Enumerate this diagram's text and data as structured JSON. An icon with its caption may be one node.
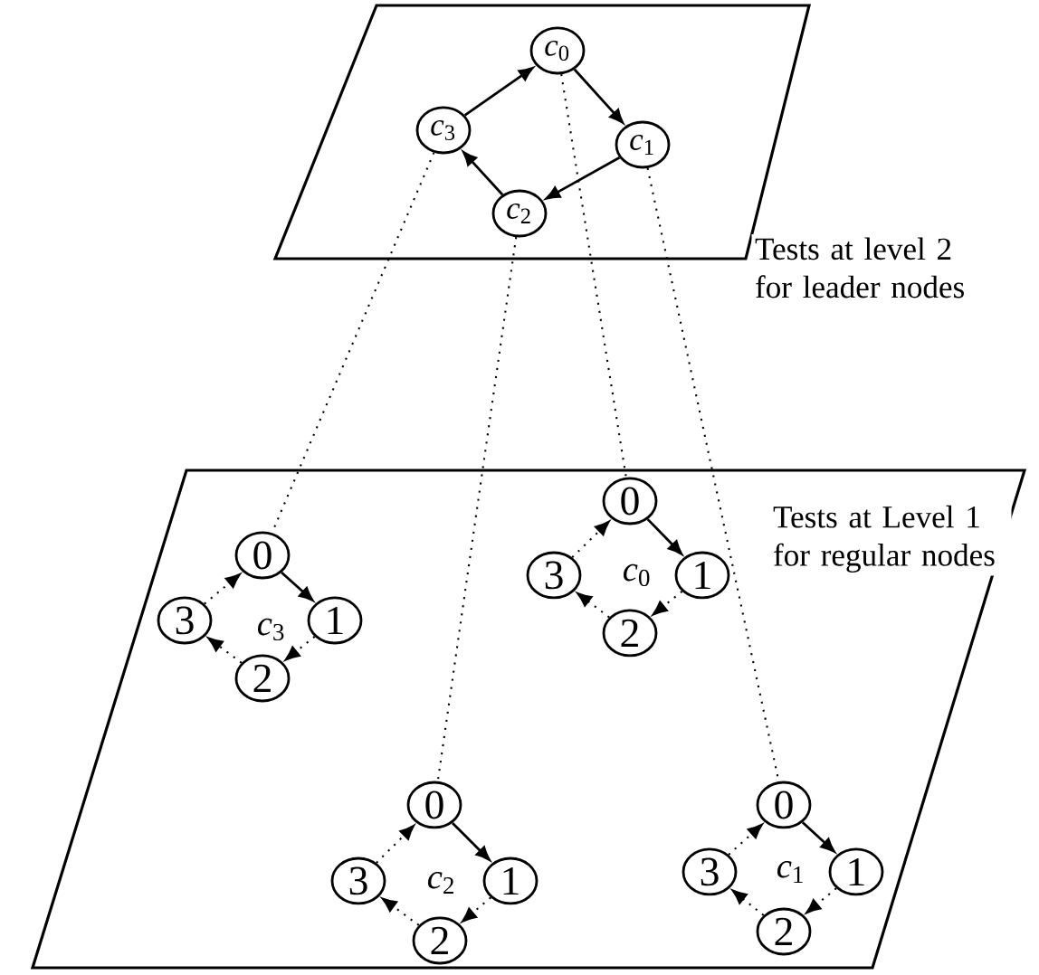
{
  "diagram": {
    "nodes": [
      {
        "text": [
          "Tests at level 2 for leader nodes"
        ]
      },
      {
        "text": [
          "*c*$_{0}$"
        ],
        "in": 0
      },
      {
        "text": [
          "*c*$_{1}$"
        ],
        "in": 0
      },
      {
        "text": [
          "*c*$_{2}$"
        ],
        "in": 0
      },
      {
        "text": [
          "*c*$_{3}$"
        ],
        "in": 0
      },
      {
        "text": [
          "Tests at Level 1 for regular nodes"
        ]
      },
      {
        "text": [
          "0"
        ],
        "in": 5
      },
      {
        "text": [
          "1"
        ],
        "in": 5
      },
      {
        "text": [
          "2"
        ],
        "in": 5
      },
      {
        "text": [
          "3"
        ],
        "in": 5
      },
      {
        "text": [
          "0"
        ],
        "in": 5
      },
      {
        "text": [
          "1"
        ],
        "in": 5
      },
      {
        "text": [
          "2"
        ],
        "in": 5
      },
      {
        "text": [
          "3"
        ],
        "in": 5
      },
      {
        "text": [
          "0"
        ],
        "in": 5
      },
      {
        "text": [
          "1"
        ],
        "in": 5
      },
      {
        "text": [
          "2"
        ],
        "in": 5
      },
      {
        "text": [
          "3"
        ],
        "in": 5
      },
      {
        "text": [
          "0"
        ],
        "in": 5
      },
      {
        "text": [
          "1"
        ],
        "in": 5
      },
      {
        "text": [
          "2"
        ],
        "in": 5
      },
      {
        "text": [
          "3"
        ],
        "in": 5
      }
    ],
    "edges": [
      {
        "from": 1,
        "to": 2,
        "arrow": "to"
      },
      {
        "from": 2,
        "to": 3,
        "arrow": "to"
      },
      {
        "from": 3,
        "to": 4,
        "arrow": "to"
      },
      {
        "from": 4,
        "to": 1,
        "arrow": "to"
      },
      {
        "from": 6,
        "to": 7,
        "arrow": "to"
      },
      {
        "from": 7,
        "to": 8,
        "arrow": "to",
        "style": "dashed"
      },
      {
        "from": 8,
        "to": 9,
        "arrow": "to",
        "style": "dashed"
      },
      {
        "from": 9,
        "to": 6,
        "arrow": "to",
        "style": "dashed"
      },
      {
        "from": 10,
        "to": 11,
        "arrow": "to"
      },
      {
        "from": 11,
        "to": 12,
        "arrow": "to",
        "style": "dashed"
      },
      {
        "from": 12,
        "to": 13,
        "arrow": "to",
        "style": "dashed"
      },
      {
        "from": 13,
        "to": 10,
        "arrow": "to",
        "style": "dashed"
      },
      {
        "from": 14,
        "to": 15,
        "arrow": "to"
      },
      {
        "from": 15,
        "to": 16,
        "arrow": "to",
        "style": "dashed"
      },
      {
        "from": 16,
        "to": 17,
        "arrow": "to",
        "style": "dashed"
      },
      {
        "from": 17,
        "to": 14,
        "arrow": "to",
        "style": "dashed"
      },
      {
        "from": 18,
        "to": 19,
        "arrow": "to"
      },
      {
        "from": 19,
        "to": 20,
        "arrow": "to",
        "style": "dashed"
      },
      {
        "from": 20,
        "to": 21,
        "arrow": "to",
        "style": "dashed"
      },
      {
        "from": 21,
        "to": 18,
        "arrow": "to",
        "style": "dashed"
      },
      {
        "from": 4,
        "to": 6,
        "arrow": "none",
        "style": "dashed"
      },
      {
        "from": 1,
        "to": 10,
        "arrow": "none",
        "style": "dashed"
      },
      {
        "from": 3,
        "to": 14,
        "arrow": "none",
        "style": "dashed"
      },
      {
        "from": 2,
        "to": 18,
        "arrow": "none",
        "style": "dashed"
      }
    ],
    "labels": [
      "*c*$_{0}$",
      "*c*$_{3}$",
      "*c*$_{1}$",
      "*c*$_{2}$"
    ]
  }
}
